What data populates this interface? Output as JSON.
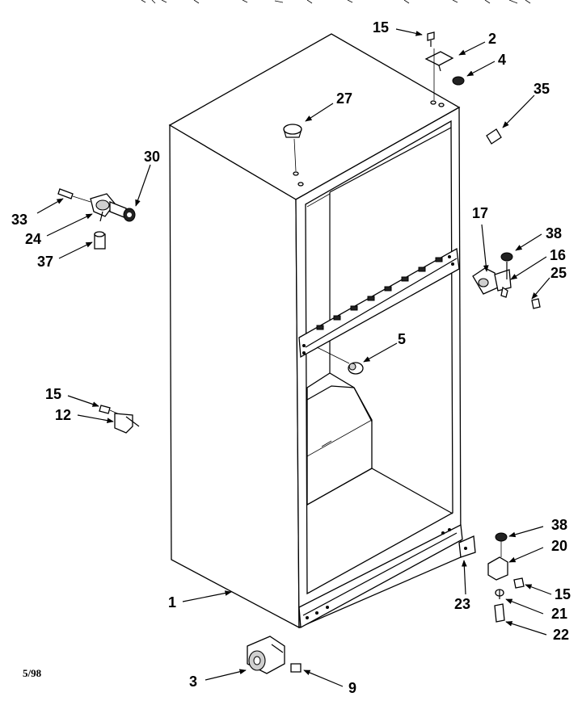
{
  "diagram": {
    "date_code": "5/98",
    "callouts": [
      {
        "id": "c15a",
        "text": "15"
      },
      {
        "id": "c2",
        "text": "2"
      },
      {
        "id": "c4",
        "text": "4"
      },
      {
        "id": "c35",
        "text": "35"
      },
      {
        "id": "c27",
        "text": "27"
      },
      {
        "id": "c30",
        "text": "30"
      },
      {
        "id": "c33",
        "text": "33"
      },
      {
        "id": "c24",
        "text": "24"
      },
      {
        "id": "c37",
        "text": "37"
      },
      {
        "id": "c17",
        "text": "17"
      },
      {
        "id": "c38a",
        "text": "38"
      },
      {
        "id": "c16",
        "text": "16"
      },
      {
        "id": "c25",
        "text": "25"
      },
      {
        "id": "c5",
        "text": "5"
      },
      {
        "id": "c15b",
        "text": "15"
      },
      {
        "id": "c12",
        "text": "12"
      },
      {
        "id": "c38b",
        "text": "38"
      },
      {
        "id": "c20",
        "text": "20"
      },
      {
        "id": "c15c",
        "text": "15"
      },
      {
        "id": "c21",
        "text": "21"
      },
      {
        "id": "c22",
        "text": "22"
      },
      {
        "id": "c23",
        "text": "23"
      },
      {
        "id": "c1",
        "text": "1"
      },
      {
        "id": "c3",
        "text": "3"
      },
      {
        "id": "c9",
        "text": "9"
      }
    ]
  }
}
